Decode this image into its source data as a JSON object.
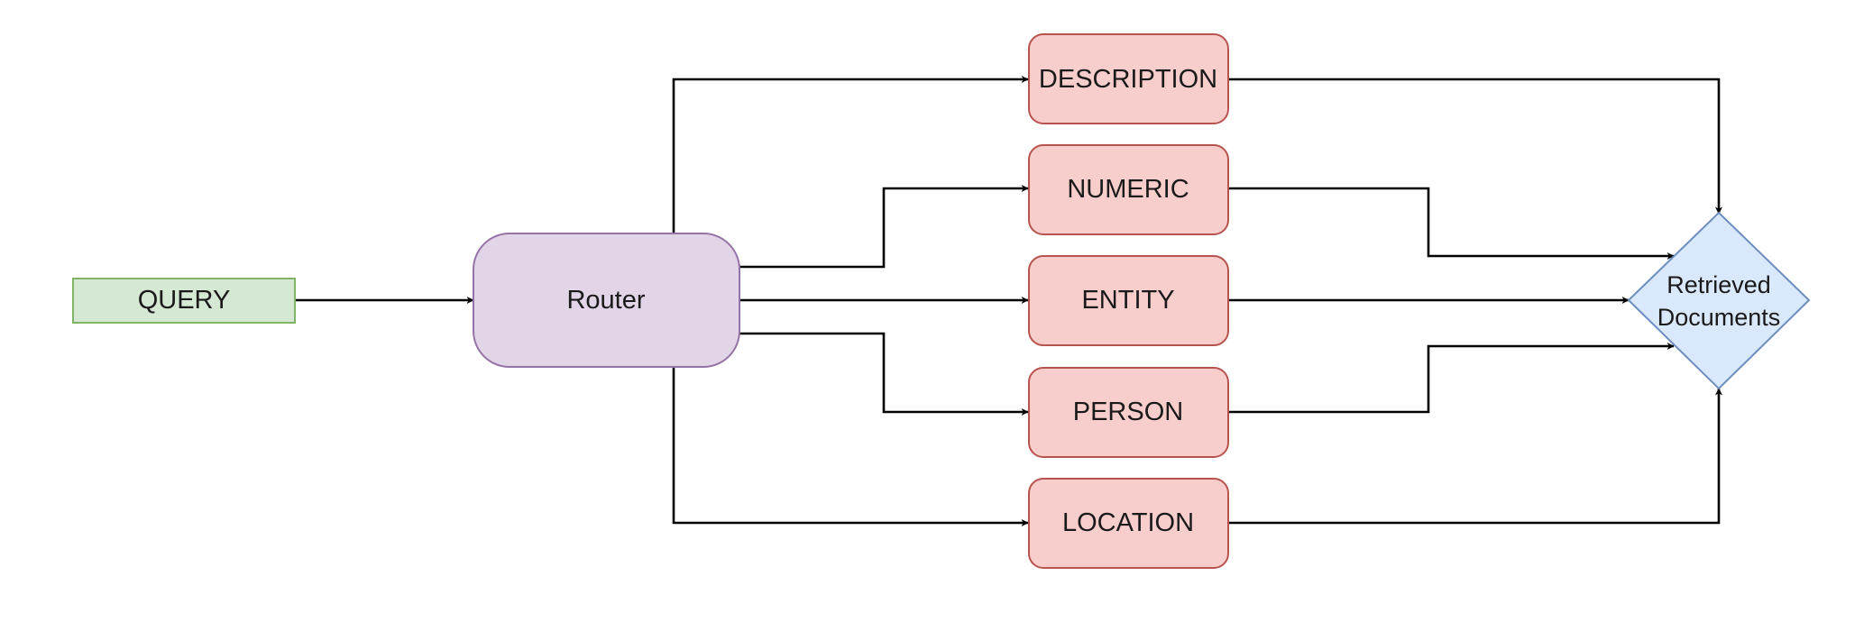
{
  "nodes": {
    "query": {
      "label": "QUERY",
      "fill": "#d5e8d4",
      "stroke": "#82b366"
    },
    "router": {
      "label": "Router",
      "fill": "#e1d5e7",
      "stroke": "#9673a6"
    },
    "description": {
      "label": "DESCRIPTION",
      "fill": "#f8cecc",
      "stroke": "#b85450"
    },
    "numeric": {
      "label": "NUMERIC",
      "fill": "#f8cecc",
      "stroke": "#b85450"
    },
    "entity": {
      "label": "ENTITY",
      "fill": "#f8cecc",
      "stroke": "#b85450"
    },
    "person": {
      "label": "PERSON",
      "fill": "#f8cecc",
      "stroke": "#b85450"
    },
    "location": {
      "label": "LOCATION",
      "fill": "#f8cecc",
      "stroke": "#b85450"
    },
    "retrieved": {
      "label_line1": "Retrieved",
      "label_line2": "Documents",
      "fill": "#dae8fc",
      "stroke": "#6c8ebf"
    }
  },
  "edges": [
    {
      "from": "QUERY",
      "to": "Router"
    },
    {
      "from": "Router",
      "to": "DESCRIPTION"
    },
    {
      "from": "Router",
      "to": "NUMERIC"
    },
    {
      "from": "Router",
      "to": "ENTITY"
    },
    {
      "from": "Router",
      "to": "PERSON"
    },
    {
      "from": "Router",
      "to": "LOCATION"
    },
    {
      "from": "DESCRIPTION",
      "to": "Retrieved Documents"
    },
    {
      "from": "NUMERIC",
      "to": "Retrieved Documents"
    },
    {
      "from": "ENTITY",
      "to": "Retrieved Documents"
    },
    {
      "from": "PERSON",
      "to": "Retrieved Documents"
    },
    {
      "from": "LOCATION",
      "to": "Retrieved Documents"
    }
  ]
}
